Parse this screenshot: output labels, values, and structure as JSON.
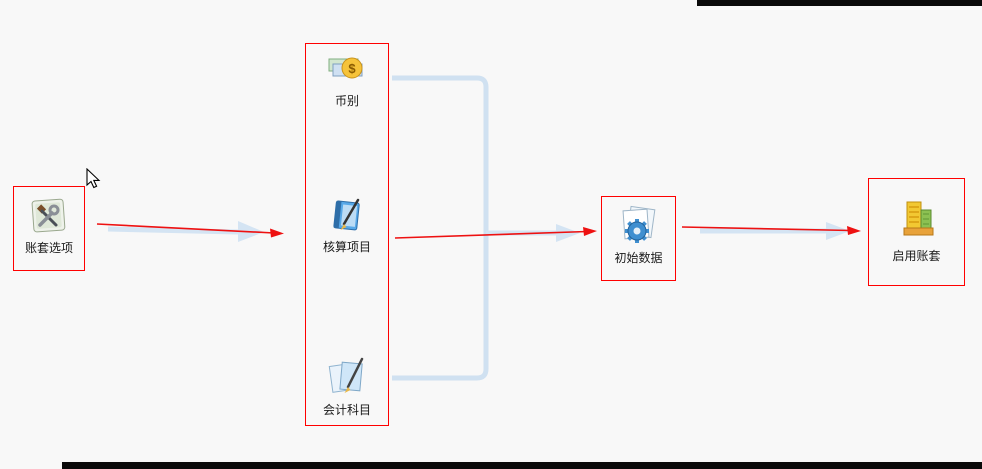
{
  "canvas": {
    "background_color": "#f8f8f8",
    "top_edge_bar_color": "#0a0a0a",
    "bottom_edge_bar_color": "#0a0a0a"
  },
  "flow": {
    "nodes": {
      "account_options": {
        "label": "账套选项",
        "icon": "tools-page-icon"
      },
      "currency": {
        "label": "币别",
        "icon": "money-coin-icon"
      },
      "accounting_items": {
        "label": "核算项目",
        "icon": "notebook-pen-icon"
      },
      "accounting_subjects": {
        "label": "会计科目",
        "icon": "documents-pen-icon"
      },
      "initial_data": {
        "label": "初始数据",
        "icon": "documents-gear-icon"
      },
      "enable_account": {
        "label": "启用账套",
        "icon": "ledger-books-icon"
      }
    },
    "connectors": {
      "highlight_arrow_color": "#ee1111",
      "base_arrow_color": "#d4e4f3",
      "group_bracket_color": "#d0e1f1",
      "node_border_color": "#ff0000"
    }
  }
}
